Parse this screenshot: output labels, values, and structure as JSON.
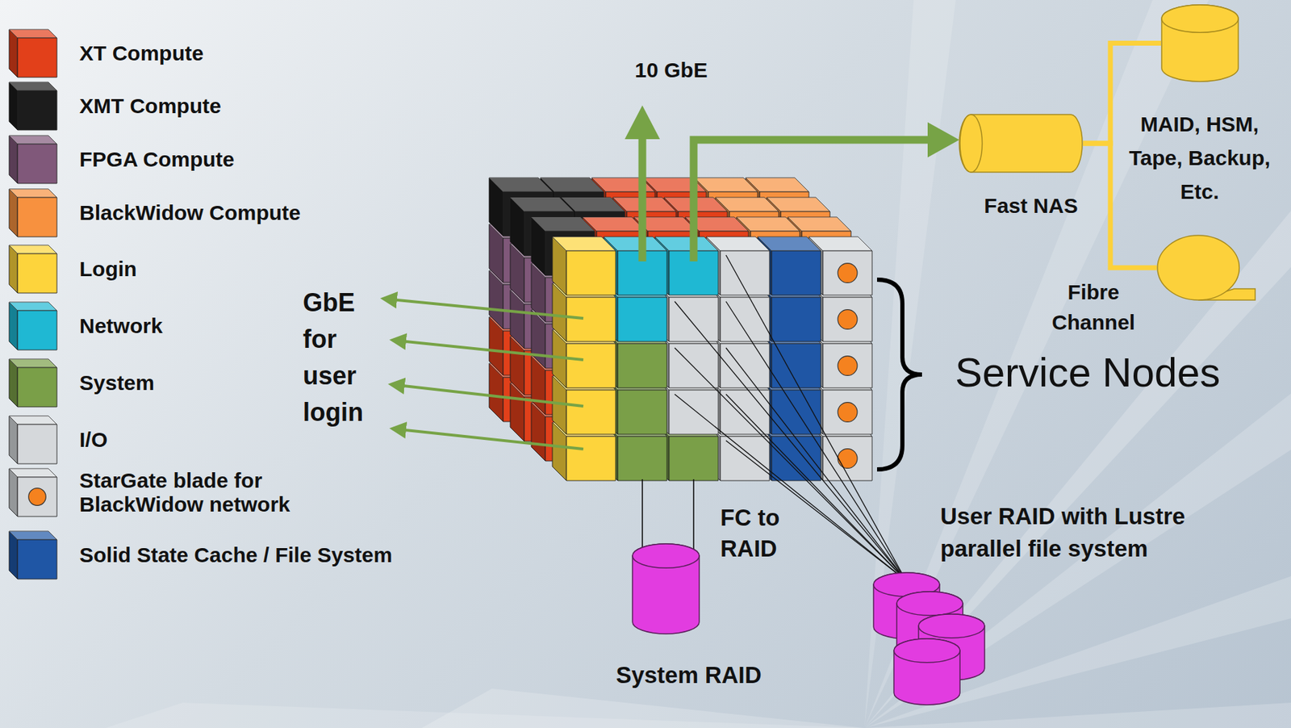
{
  "diagram": {
    "nodes": [
      {
        "text": [
          "Fast NAS"
        ]
      },
      {
        "text": [
          "MAID, HSM, Tape, Backup, Etc."
        ]
      },
      {
        "text": [
          "Fibre Channel"
        ]
      },
      {
        "text": [
          "System RAID"
        ]
      },
      {
        "text": [
          "User RAID with Lustre parallel file system"
        ]
      }
    ],
    "edges": [
      {
        "from": 0,
        "to": 1,
        "arrow": "none"
      },
      {
        "from": 0,
        "to": 2,
        "arrow": "none"
      }
    ],
    "labels": [
      "10 GbE",
      "GbE for user login",
      "FC to RAID",
      "Service Nodes"
    ],
    "legend": [
      {
        "text": "XT Compute",
        "color": "#e2401a"
      },
      {
        "text": "XMT Compute",
        "color": "#1c1c1c"
      },
      {
        "text": "FPGA Compute",
        "color": "#80587a"
      },
      {
        "text": "BlackWidow Compute",
        "color": "#f7913f"
      },
      {
        "text": "Login",
        "color": "#fdd43c"
      },
      {
        "text": "Network",
        "color": "#1fb8d3"
      },
      {
        "text": "System",
        "color": "#7a9f48"
      },
      {
        "text": "I/O",
        "color": "#d5d8db"
      },
      {
        "text": "StarGate blade for BlackWidow network"
      },
      {
        "text": "Solid State Cache / File System",
        "color": "#1f56a5"
      }
    ]
  }
}
